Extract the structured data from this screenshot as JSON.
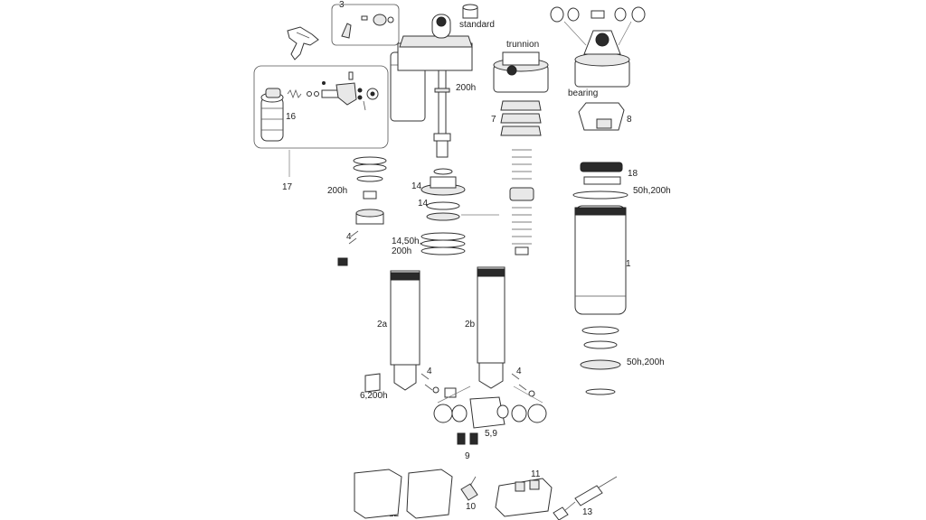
{
  "labels": {
    "l_3": "3",
    "l_standard": "standard",
    "l_trunnion": "trunnion",
    "l_bearing": "bearing",
    "l_8": "8",
    "l_7": "7",
    "l_200h_top": "200h",
    "l_16": "16",
    "l_17": "17",
    "l_200h_left": "200h",
    "l_14a": "14",
    "l_14b": "14",
    "l_14_50h_200h": "14,50h,\n200h",
    "l_4_left": "4",
    "l_18": "18",
    "l_50h200h_a": "50h,200h",
    "l_1": "1",
    "l_2a": "2a",
    "l_2b": "2b",
    "l_4_mid": "4",
    "l_4_right": "4",
    "l_6_200h": "6,200h",
    "l_50h200h_b": "50h,200h",
    "l_5_9": "5,9",
    "l_9": "9",
    "l_11": "11",
    "l_12": "12",
    "l_10": "10",
    "l_13": "13"
  },
  "colors": {
    "line": "#333333",
    "shade": "#e8e8e8",
    "dark": "#2a2a2a",
    "text": "#222222"
  }
}
